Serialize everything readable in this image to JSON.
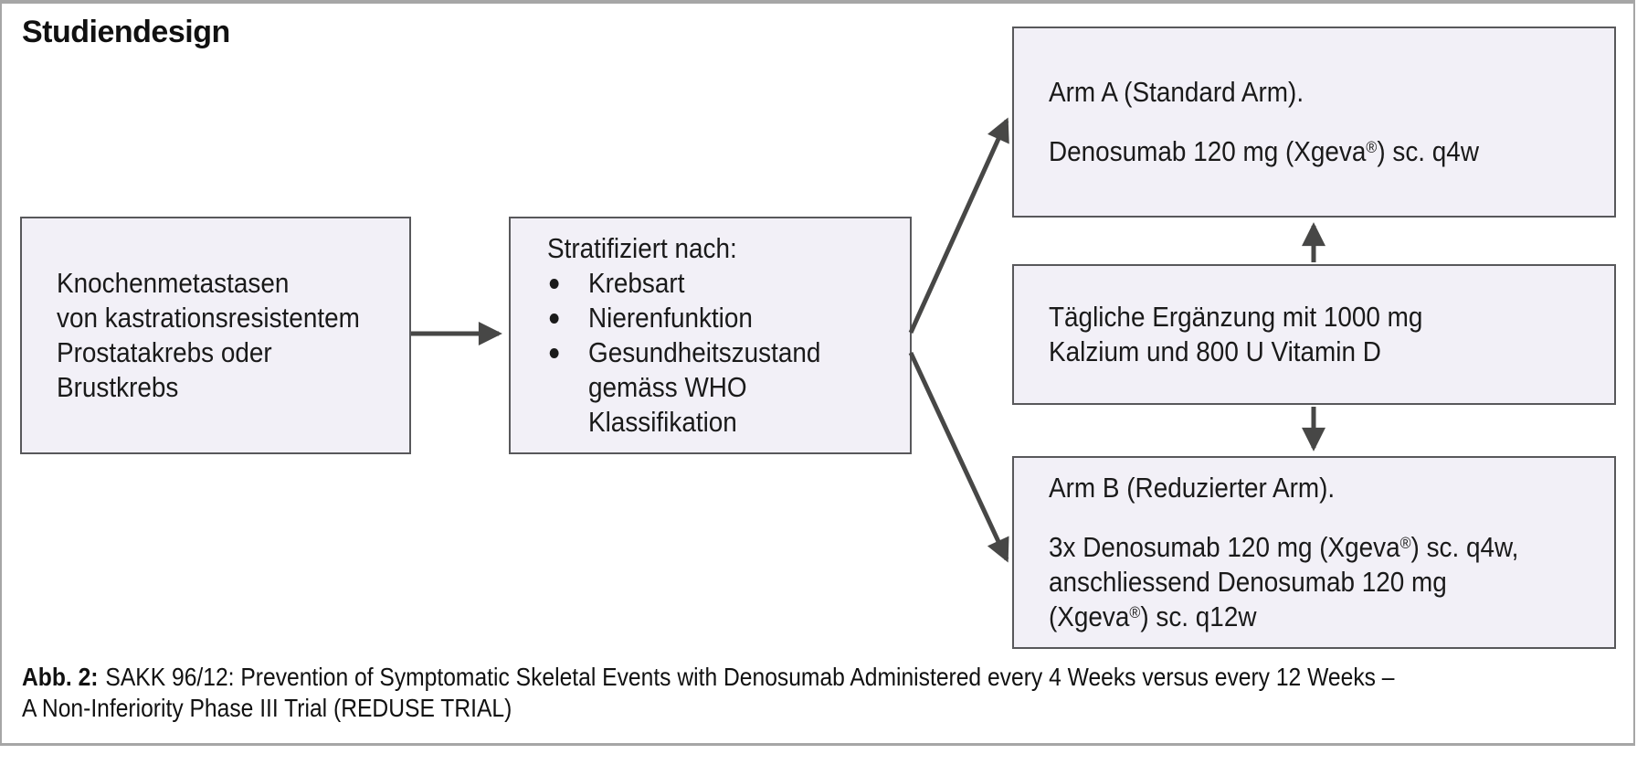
{
  "title": "Studiendesign",
  "colors": {
    "box_fill": "#f2f0f7",
    "box_border": "#58585b",
    "arrow": "#474746",
    "outer_border": "#a6a6a6",
    "text": "#1a1a1a"
  },
  "boxes": {
    "population": {
      "lines": [
        "Knochenmetastasen",
        "von kastrationsresistentem",
        "Prostatakrebs oder",
        "Brustkrebs"
      ]
    },
    "stratification": {
      "heading": "Stratifiziert nach:",
      "bullets": [
        "Krebsart",
        "Nierenfunktion",
        "Gesundheitszustand gemäss WHO Klassifikation"
      ]
    },
    "arm_a": {
      "title": "Arm A (Standard Arm).",
      "dose": [
        "Denosumab 120 mg (Xgeva",
        "®",
        ") sc. q4w"
      ]
    },
    "supplement": {
      "lines": [
        "Tägliche Ergänzung mit 1000 mg",
        "Kalzium und 800 U Vitamin D"
      ]
    },
    "arm_b": {
      "title": "Arm B (Reduzierter Arm).",
      "dose_lines": [
        [
          "3x Denosumab 120 mg (Xgeva",
          "®",
          ") sc. q4w,"
        ],
        [
          "anschliessend Denosumab 120 mg"
        ],
        [
          "(Xgeva",
          "®",
          ") sc. q12w"
        ]
      ]
    }
  },
  "caption": {
    "label": "Abb. 2:",
    "line1": "SAKK 96/12: Prevention of Symptomatic Skeletal Events with Denosumab Administered every 4 Weeks versus every 12 Weeks –",
    "line2": "A Non-Inferiority Phase III Trial (REDUSE TRIAL)"
  }
}
